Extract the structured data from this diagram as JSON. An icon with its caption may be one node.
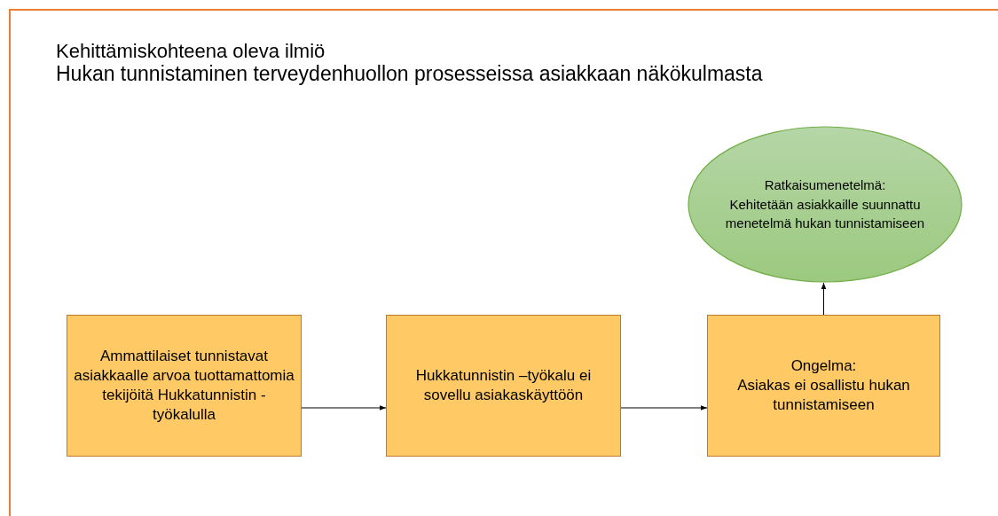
{
  "diagram": {
    "title": "Kehittämiskohteena oleva ilmiö",
    "nodes": [
      {
        "text": [
          "Ammattilaiset tunnistavat asiakkaalle arvoa tuottamattomia tekijöitä Hukkatunnistin - työkalulla"
        ]
      },
      {
        "text": [
          "Hukkatunnistin –työkalu ei sovellu asiakaskäyttöön"
        ]
      },
      {
        "text": [
          "Ongelma:",
          "Asiakas ei osallistu hukan tunnistamiseen"
        ]
      },
      {
        "text": [
          "Ratkaisumenetelmä:",
          "Kehitetään asiakkaille suunnattu menetelmä hukan tunnistamiseen"
        ]
      }
    ],
    "edges": [
      {
        "from": 0,
        "to": 1,
        "arrow": "to"
      },
      {
        "from": 1,
        "to": 2,
        "arrow": "to"
      },
      {
        "from": 2,
        "to": 3,
        "arrow": "to"
      }
    ],
    "labels": [
      "Hukan tunnistaminen terveydenhuollon prosesseissa asiakkaan näkökulmasta"
    ]
  }
}
